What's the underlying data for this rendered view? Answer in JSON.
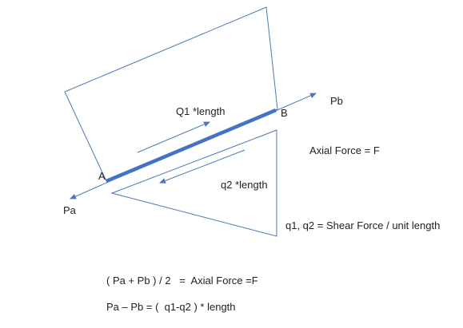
{
  "colors": {
    "outline": "#4a7ab7",
    "member": "#4472c4",
    "text": "#222222",
    "background": "#ffffff"
  },
  "labels": {
    "point_a": "A",
    "point_b": "B",
    "force_pa": "Pa",
    "force_pb": "Pb",
    "shear_q1": "Q1 *length",
    "shear_q2": "q2 *length",
    "axial_force": "Axial Force = F",
    "shear_definition": "q1, q2 = Shear Force / unit length"
  },
  "equations": {
    "average": "( Pa + Pb ) / 2   =  Axial Force =F",
    "difference": "Pa – Pb = (  q1-q2 ) * length"
  }
}
